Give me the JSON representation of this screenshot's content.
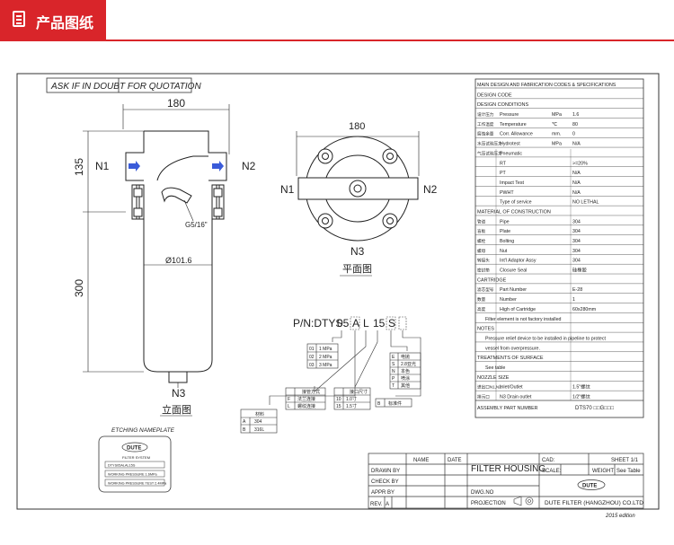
{
  "header": {
    "title": "产品图纸",
    "icon": "document-icon",
    "accent": "#d9252a"
  },
  "notice": "ASK IF IN DOUBT FOR QUOTATION",
  "elevation": {
    "dim_width": "180",
    "dim_height_top": "135",
    "dim_height_body": "300",
    "dim_diameter": "Ø101.6",
    "thread": "G5/16\"",
    "inlet": "N1",
    "outlet": "N2",
    "drain": "N3",
    "caption": "立面图"
  },
  "plan": {
    "dim_width": "180",
    "inlet": "N1",
    "outlet": "N2",
    "drain": "N3",
    "caption": "平面图"
  },
  "part_number": {
    "prefix": "P/N:DTYS",
    "code1": "05",
    "code2": "A",
    "code3": "L",
    "code4": "15",
    "code5": "S",
    "table_pressure": {
      "rows": [
        [
          "01",
          "1 MPa"
        ],
        [
          "02",
          "2 MPa"
        ],
        [
          "03",
          "3 MPa"
        ]
      ]
    },
    "table_material": {
      "header": "材料",
      "rows": [
        [
          "A",
          "304"
        ],
        [
          "B",
          "316L"
        ]
      ]
    },
    "table_connection": {
      "header": "接管方式",
      "rows": [
        [
          "F",
          "法兰连接"
        ],
        [
          "L",
          "螺纹连接"
        ]
      ]
    },
    "table_size": {
      "header": "接口尺寸",
      "rows": [
        [
          "10",
          "1.0寸"
        ],
        [
          "15",
          "1.5寸"
        ]
      ]
    },
    "table_surface": {
      "rows": [
        [
          "E",
          "电抛"
        ],
        [
          "S",
          "2.8亚光"
        ],
        [
          "N",
          "本色"
        ],
        [
          "P",
          "喷涂"
        ],
        [
          "T",
          "其他"
        ]
      ]
    },
    "table_spare": {
      "rows": [
        [
          "B",
          "标准件"
        ]
      ]
    }
  },
  "nameplate": {
    "caption": "ETCHING NAMEPLATE",
    "logo": "DUTE",
    "model_label": "FILTER SYSTEM",
    "rows": [
      "DTYS05ALAL15S",
      "WORKING PRESSURE 1.6MPa",
      "WORKING PRESSURE TEST 2.4MPa"
    ]
  },
  "spec": {
    "title": "MAIN DESIGN AND FABRICATION CODES & SPECIFICATIONS",
    "rows": [
      [
        "section",
        "DESIGN CODE"
      ],
      [
        "section",
        "DESIGN CONDITIONS"
      ],
      [
        "row",
        "设计压力",
        "Pressure",
        "MPa",
        "1.6"
      ],
      [
        "row",
        "工作温度",
        "Temperature",
        "℃",
        "80"
      ],
      [
        "row",
        "腐蚀余量",
        "Corr. Allowance",
        "mm.",
        "0"
      ],
      [
        "row",
        "水压试验压力",
        "Hydrotest",
        "MPa",
        "N/A"
      ],
      [
        "row",
        "气压试验压力",
        "Pneumatic",
        "",
        ""
      ],
      [
        "row",
        "",
        "RT",
        "",
        ">=20%"
      ],
      [
        "row",
        "",
        "PT",
        "",
        "N/A"
      ],
      [
        "row",
        "",
        "Impact Test",
        "",
        "N/A"
      ],
      [
        "row",
        "",
        "PWHT",
        "",
        "N/A"
      ],
      [
        "row",
        "",
        "Type of service",
        "",
        "NO LETHAL"
      ],
      [
        "section",
        "MATERIAL OF CONSTRUCTION"
      ],
      [
        "row",
        "管道",
        "Pipe",
        "",
        "304"
      ],
      [
        "row",
        "盲板",
        "Plate",
        "",
        "304"
      ],
      [
        "row",
        "螺栓",
        "Bolting",
        "",
        "304"
      ],
      [
        "row",
        "螺母",
        "Nut",
        "",
        "304"
      ],
      [
        "row",
        "转接头",
        "Int'l Adaptor Assy",
        "",
        "304"
      ],
      [
        "row",
        "密封垫",
        "Closure Seal",
        "",
        "硅橡胶"
      ],
      [
        "section",
        "CARTRIDGE"
      ],
      [
        "row",
        "滤芯型号",
        "Part Number",
        "",
        "E-28"
      ],
      [
        "row",
        "数量",
        "Number",
        "",
        "1"
      ],
      [
        "row",
        "高度",
        "High of Cartridge",
        "",
        "60x280mm"
      ],
      [
        "note",
        "",
        "Filter element is not factory installed",
        "",
        ""
      ],
      [
        "section",
        "NOTES"
      ],
      [
        "note",
        "",
        "Pressure relief device to be installed in pipeline to protect",
        "",
        ""
      ],
      [
        "note",
        "",
        "vessel from overpressure.",
        "",
        ""
      ],
      [
        "section",
        "TREATMENTS OF SURFACE"
      ],
      [
        "note",
        "",
        "See table",
        "",
        ""
      ],
      [
        "section",
        "NOZZLE SIZE"
      ],
      [
        "row",
        "进出口N1,N2",
        "Inlet/Outlet",
        "",
        "1.5\"螺纹"
      ],
      [
        "row",
        "排污口",
        "N3  Drain outlet",
        "",
        "1/2\"螺纹"
      ]
    ],
    "assembly_label": "ASSEMBLY PART NUMBER",
    "assembly_value": "DTS70 □□G□□□"
  },
  "titleblock": {
    "name": "NAME",
    "date": "DATE",
    "drawn_by": "DRAWN BY",
    "check_by": "CHECK BY",
    "appr_by": "APPR BY",
    "rev": "REV.",
    "rev_value": "A",
    "product": "FILTER HOUSING",
    "dwg_no": "DWG.NO",
    "projection": "PROJECTION",
    "cad": "CAD:",
    "sheet": "SHEET 1/1",
    "scale": "SCALE:",
    "weight": "WEIGHT",
    "weight_value": "See Table",
    "logo": "DUTE",
    "company": "DUTE FILTER (HANGZHOU) CO.LTD",
    "edition": "2015 edition"
  },
  "colors": {
    "arrow": "#3a5bd9",
    "line": "#222222"
  }
}
